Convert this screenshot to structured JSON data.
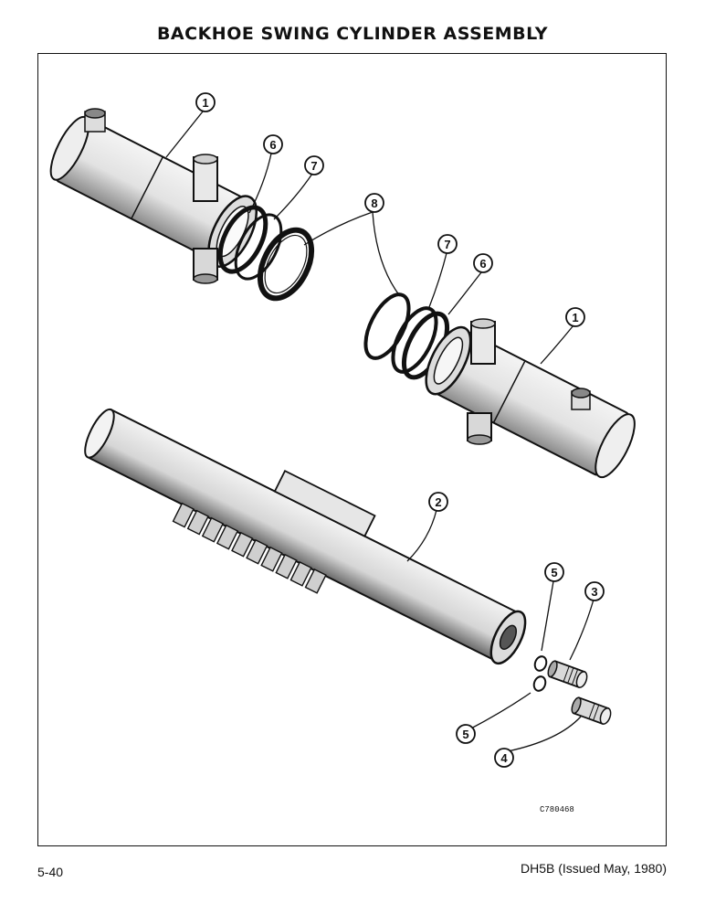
{
  "header": {
    "title": "BACKHOE SWING CYLINDER ASSEMBLY"
  },
  "callouts": {
    "c1a": "1",
    "c6a": "6",
    "c7a": "7",
    "c8": "8",
    "c7b": "7",
    "c6b": "6",
    "c1b": "1",
    "c2": "2",
    "c5a": "5",
    "c3": "3",
    "c5b": "5",
    "c4": "4"
  },
  "drawing_code": "C780468",
  "footer": {
    "page": "5-40",
    "doc": "DH5B (Issued May, 1980)"
  }
}
